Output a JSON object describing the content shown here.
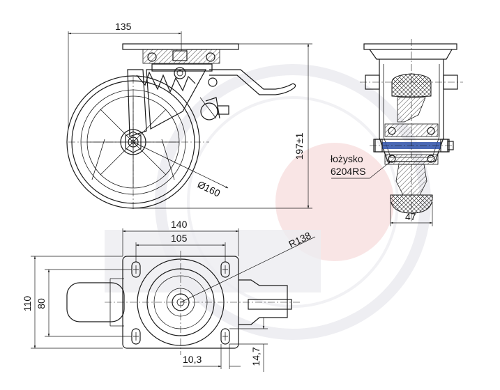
{
  "dimensions": {
    "width_135": "135",
    "height_197": "197±1",
    "diameter_160": "Ø160",
    "plate_140": "140",
    "holes_105": "105",
    "radius_138": "R138",
    "plate_110": "110",
    "holes_80": "80",
    "hole_10_3": "10,3",
    "hole_14_7": "14,7",
    "wheel_width_47": "47"
  },
  "bearing": {
    "line1": "łożysko",
    "line2": "6204RS"
  },
  "colors": {
    "line": "#1a1a1a",
    "watermark_gray": "#e3e3e8",
    "watermark_red": "#f7d9d9",
    "bearing_blue": "#2b4fa8"
  }
}
